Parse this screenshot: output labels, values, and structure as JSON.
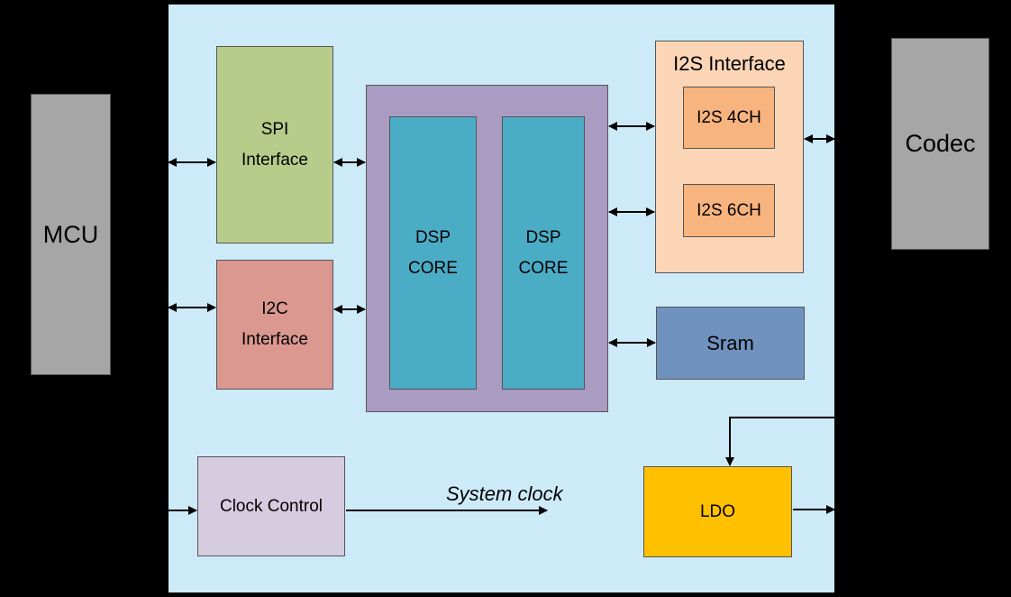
{
  "blocks": {
    "mcu": "MCU",
    "codec": "Codec",
    "spi": "SPI\nInterface",
    "i2c": "I2C\nInterface",
    "dsp_core_1": "DSP\nCORE",
    "dsp_core_2": "DSP\nCORE",
    "i2s_interface": "I2S Interface",
    "i2s_4ch": "I2S 4CH",
    "i2s_6ch": "I2S 6CH",
    "sram": "Sram",
    "clock_control": "Clock Control",
    "ldo": "LDO"
  },
  "annotations": {
    "system_clock": "System clock"
  },
  "colors": {
    "chip_background": "#cdeaf9",
    "spi": "#b7cc8a",
    "i2c": "#db9890",
    "dsp_cluster": "#a99bc1",
    "dsp_core": "#4bacc6",
    "i2s_interface": "#fbd5b5",
    "i2s_channel": "#f8b47e",
    "sram": "#7092be",
    "clock_control": "#d5cce0",
    "ldo": "#ffc000",
    "external": "#a6a6a6"
  }
}
